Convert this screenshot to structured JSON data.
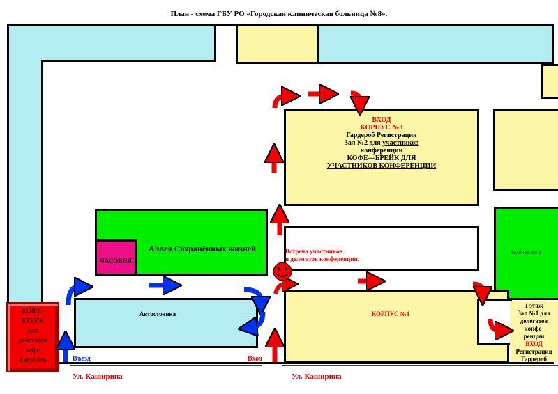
{
  "title": "План - схема ГБУ РО «Городская клиническая больница №8».",
  "korpus3": {
    "vhod": "ВХОД",
    "name": "КОРПУС №3",
    "line1": "Гардероб Регистрация",
    "line2_pre": "Зал №2 для ",
    "line2_u": "участников",
    "line3": "конференции",
    "line4": "КОФЕ—БРЕЙК ДЛЯ",
    "line5": "УЧАСТНИКОВ КОНФЕРЕНЦИИ"
  },
  "chasovnya": "ЧАСОВНЯ",
  "alley": "Аллея Сохранённых жизней",
  "meeting": {
    "line1": "Встреча участников",
    "line2": "и делегатов конференции."
  },
  "green_zone": "Зелёная зона",
  "parking": "Автостоянка",
  "korpus1": "КОРПУС №1",
  "korpus1_side": {
    "line1": "1 этаж",
    "line2": "Зал №1 для",
    "line3": "делегатов",
    "line4": "конфе-",
    "line5": "ренции",
    "vhod": "ВХОД",
    "line6": "Регистрация",
    "line7": "Гардероб"
  },
  "coffee": {
    "l1": "КОФЕ-",
    "l2": "БРЕЙК",
    "l3": "для",
    "l4": "делегатов",
    "l5": "кафе",
    "l6": "Карусель"
  },
  "entry_left": "Въезд",
  "entry_right": "Вход",
  "street_left": "Ул. Каширина",
  "street_right": "Ул. Каширина",
  "colors": {
    "cyan": "#b3ecf1",
    "yellow": "#fbf7a6",
    "green": "#00ef00",
    "pink": "#ec0f86",
    "red": "#f40000",
    "blue": "#0033ee"
  }
}
